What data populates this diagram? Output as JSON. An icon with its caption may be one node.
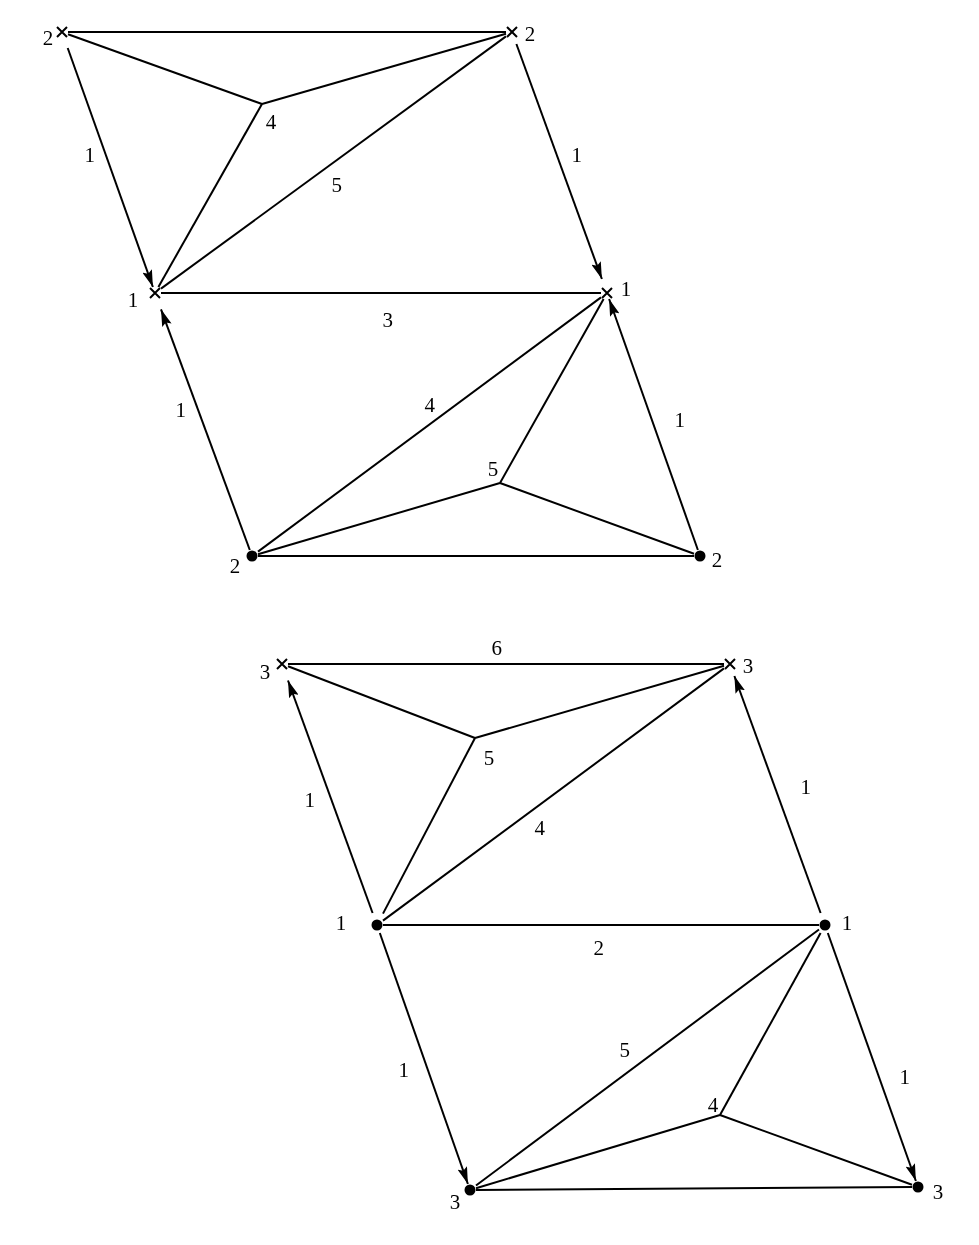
{
  "diagram": {
    "nodes": [
      {
        "text": [
          "2"
        ]
      },
      {
        "text": [
          "2"
        ]
      },
      {
        "text": [
          "4"
        ]
      },
      {
        "text": [
          "1"
        ]
      },
      {
        "text": [
          "1"
        ]
      },
      {
        "text": [
          "5"
        ]
      },
      {
        "text": [
          "2"
        ]
      },
      {
        "text": [
          "2"
        ]
      },
      {
        "text": [
          "3"
        ]
      },
      {
        "text": [
          "3"
        ]
      },
      {
        "text": [
          "5"
        ]
      },
      {
        "text": [
          "1"
        ]
      },
      {
        "text": [
          "1"
        ]
      },
      {
        "text": [
          "4"
        ]
      },
      {
        "text": [
          "3"
        ]
      },
      {
        "text": [
          "3"
        ]
      }
    ],
    "edges": [
      {
        "from": 0,
        "to": 1,
        "arrow": "none"
      },
      {
        "from": 0,
        "to": 2,
        "arrow": "none"
      },
      {
        "from": 2,
        "to": 1,
        "arrow": "none"
      },
      {
        "from": 0,
        "to": 3,
        "arrow": "to",
        "label": "1"
      },
      {
        "from": 1,
        "to": 4,
        "arrow": "to",
        "label": "1"
      },
      {
        "from": 2,
        "to": 3,
        "arrow": "none"
      },
      {
        "from": 1,
        "to": 3,
        "arrow": "none",
        "label": "5"
      },
      {
        "from": 3,
        "to": 4,
        "arrow": "none",
        "label": "3"
      },
      {
        "from": 6,
        "to": 3,
        "arrow": "to",
        "label": "1"
      },
      {
        "from": 6,
        "to": 4,
        "arrow": "none",
        "label": "4"
      },
      {
        "from": 5,
        "to": 4,
        "arrow": "none"
      },
      {
        "from": 6,
        "to": 5,
        "arrow": "none"
      },
      {
        "from": 5,
        "to": 7,
        "arrow": "none"
      },
      {
        "from": 7,
        "to": 4,
        "arrow": "to",
        "label": "1"
      },
      {
        "from": 6,
        "to": 7,
        "arrow": "none"
      },
      {
        "from": 8,
        "to": 9,
        "arrow": "none",
        "label": "6"
      },
      {
        "from": 8,
        "to": 10,
        "arrow": "none"
      },
      {
        "from": 10,
        "to": 9,
        "arrow": "none"
      },
      {
        "from": 11,
        "to": 8,
        "arrow": "to",
        "label": "1"
      },
      {
        "from": 12,
        "to": 9,
        "arrow": "to",
        "label": "1"
      },
      {
        "from": 11,
        "to": 10,
        "arrow": "none"
      },
      {
        "from": 11,
        "to": 9,
        "arrow": "none",
        "label": "4"
      },
      {
        "from": 11,
        "to": 12,
        "arrow": "none",
        "label": "2"
      },
      {
        "from": 11,
        "to": 14,
        "arrow": "to",
        "label": "1"
      },
      {
        "from": 14,
        "to": 12,
        "arrow": "none",
        "label": "5"
      },
      {
        "from": 13,
        "to": 12,
        "arrow": "none"
      },
      {
        "from": 14,
        "to": 13,
        "arrow": "none"
      },
      {
        "from": 13,
        "to": 15,
        "arrow": "none"
      },
      {
        "from": 12,
        "to": 15,
        "arrow": "to",
        "label": "1"
      },
      {
        "from": 14,
        "to": 15,
        "arrow": "none"
      }
    ]
  }
}
